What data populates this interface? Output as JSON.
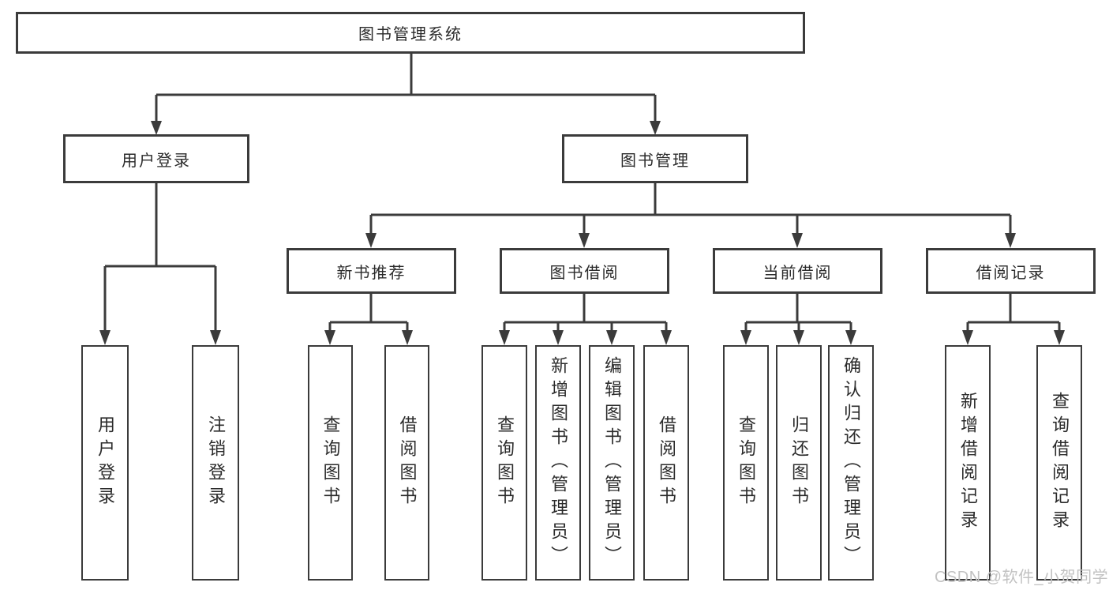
{
  "tree": {
    "root": "图书管理系统",
    "branches": [
      {
        "label": "用户登录",
        "leaves": [
          "用户登录",
          "注销登录"
        ]
      },
      {
        "label": "图书管理",
        "groups": [
          {
            "label": "新书推荐",
            "leaves": [
              "查询图书",
              "借阅图书"
            ]
          },
          {
            "label": "图书借阅",
            "leaves": [
              "查询图书",
              "新增图书（管理员）",
              "编辑图书（管理员）",
              "借阅图书"
            ]
          },
          {
            "label": "当前借阅",
            "leaves": [
              "查询图书",
              "归还图书",
              "确认归还（管理员）"
            ]
          },
          {
            "label": "借阅记录",
            "leaves": [
              "新增借阅记录",
              "查询借阅记录"
            ]
          }
        ]
      }
    ]
  },
  "watermark": "CSDN @软件_小贺同学",
  "colors": {
    "line": "#3b3b3b",
    "text": "#2b2b2b",
    "watermark": "#c2c2c2",
    "bg": "#ffffff"
  }
}
